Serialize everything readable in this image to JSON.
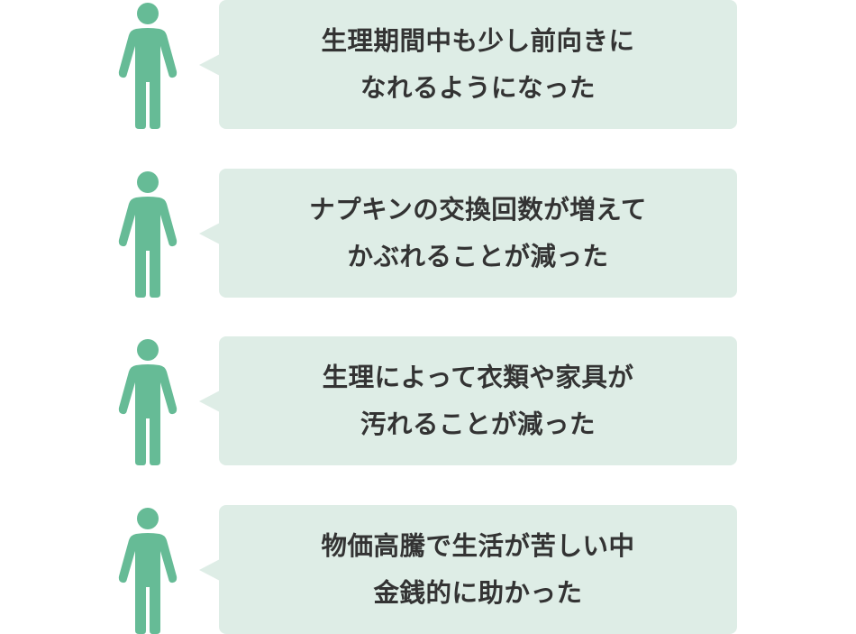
{
  "colors": {
    "person_icon": "#66bb96",
    "bubble_background": "#deede6",
    "text": "#333333",
    "page_background": "#ffffff"
  },
  "testimonials": [
    {
      "icon": "person-icon",
      "lines": [
        "生理期間中も少し前向きに",
        "なれるようになった"
      ]
    },
    {
      "icon": "person-icon",
      "lines": [
        "ナプキンの交換回数が増えて",
        "かぶれることが減った"
      ]
    },
    {
      "icon": "person-icon",
      "lines": [
        "生理によって衣類や家具が",
        "汚れることが減った"
      ]
    },
    {
      "icon": "person-icon",
      "lines": [
        "物価高騰で生活が苦しい中",
        "金銭的に助かった"
      ]
    }
  ]
}
